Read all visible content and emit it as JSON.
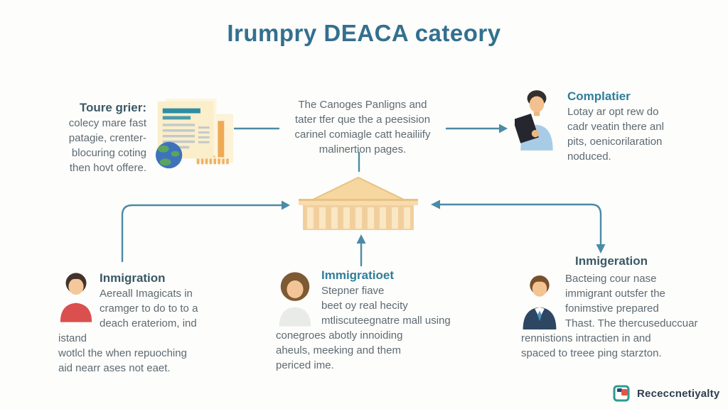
{
  "title": "Irumpry DEACA cateory",
  "colors": {
    "arrow_teal": "#4a8ba6",
    "title_teal": "#33708f",
    "heading_teal": "#2e7e9a",
    "heading_dark": "#3a5866",
    "body_text": "#5d6a72",
    "building_tan": "#f1cf9d",
    "brand_text": "#2e3e4e"
  },
  "sections": {
    "top_left": {
      "heading": "Toure grier:",
      "lines": [
        "colecy mare fast",
        "patagie, crenter-",
        "blocuring coting",
        "then hovt offere."
      ]
    },
    "top_center": {
      "lines": [
        "The Canoges Panligns and",
        "tater tfer que the a peesision",
        "carinel comiagle catt heailiify",
        "malinertion pages."
      ]
    },
    "top_right": {
      "heading": "Complatier",
      "lines": [
        "Lotay ar opt rew do",
        "cadr veatin there anl",
        "pits, oenicorilaration",
        "noduced."
      ]
    },
    "bottom_left": {
      "heading": "Inmigration",
      "lines": [
        "Aereall Imagicats in",
        "cramger to do to to a",
        "deach erateriom, ind istand",
        "wotlcl the when repuoching",
        "aid nearr ases not eaet."
      ]
    },
    "bottom_center": {
      "heading": "Immigratioet",
      "lines": [
        "Stepner fiave",
        "beet oy real hecity",
        "mtliscuteegnatre mall using",
        "conegroes abotly innoiding",
        "aheuls, meeking and them",
        "periced ime."
      ]
    },
    "bottom_right": {
      "heading": "Inmigeration",
      "lines": [
        "Bacteing cour nase",
        "immigrant outsfer the",
        "fonimstive prepared",
        "Thast. The thercuseduccuar",
        "rennistions intractien in and",
        "spaced to treee ping starzton."
      ]
    }
  },
  "footer": {
    "brand": "Receccnetiyalty"
  }
}
